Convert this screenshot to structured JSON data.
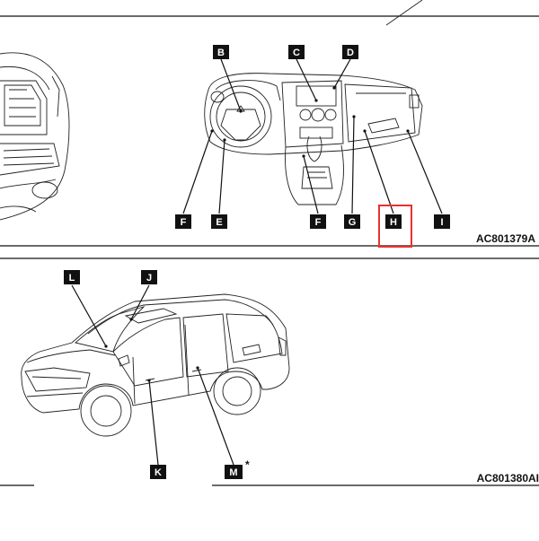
{
  "labels": {
    "b": "B",
    "c": "C",
    "d": "D",
    "f1": "F",
    "e": "E",
    "f2": "F",
    "g": "G",
    "h": "H",
    "i": "I",
    "l": "L",
    "j": "J",
    "k": "K",
    "m": "M"
  },
  "m_asterisk": "*",
  "codes": {
    "top": "AC801379A",
    "bottom": "AC801380AI"
  },
  "highlight_color": "#e8322f"
}
